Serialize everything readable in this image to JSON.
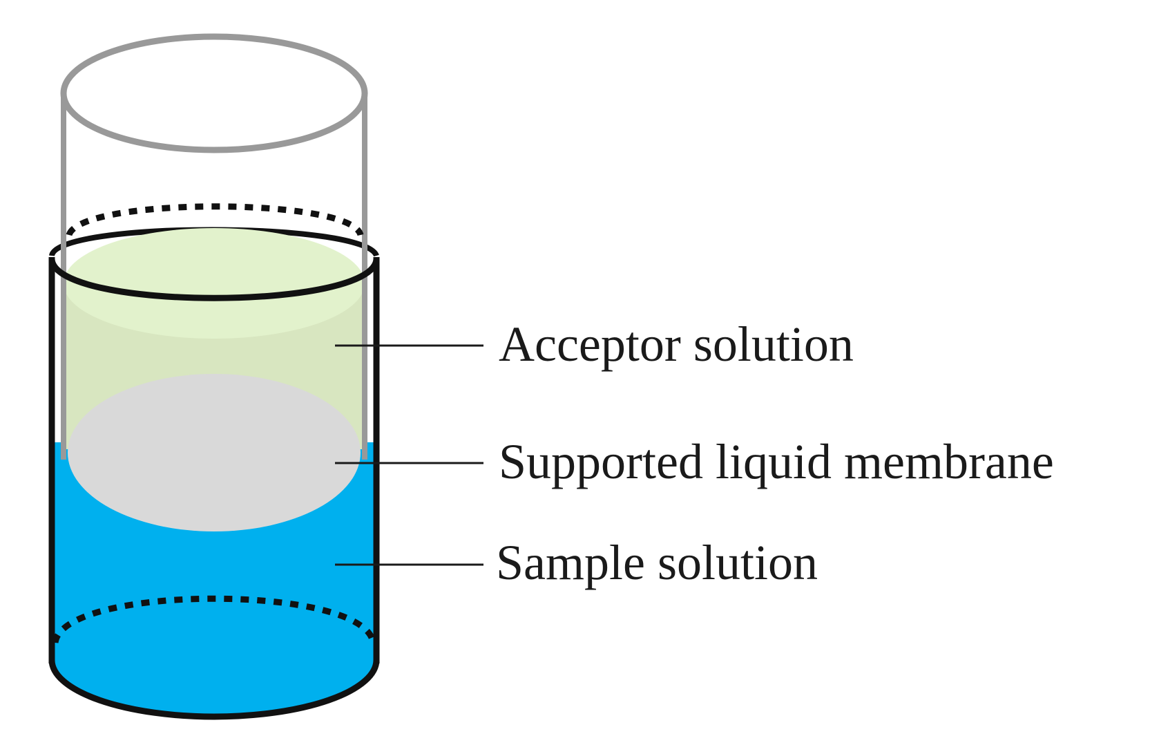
{
  "labels": {
    "acceptor": "Acceptor solution",
    "membrane": "Supported liquid membrane",
    "sample": "Sample solution"
  },
  "colors": {
    "sample_solution": "#00b0ee",
    "acceptor_solution": "#d8e6c0",
    "acceptor_top": "#e2f2cc",
    "membrane": "#d9d9d9",
    "inner_tube_wall": "#999999",
    "outer_vessel": "#111111"
  }
}
